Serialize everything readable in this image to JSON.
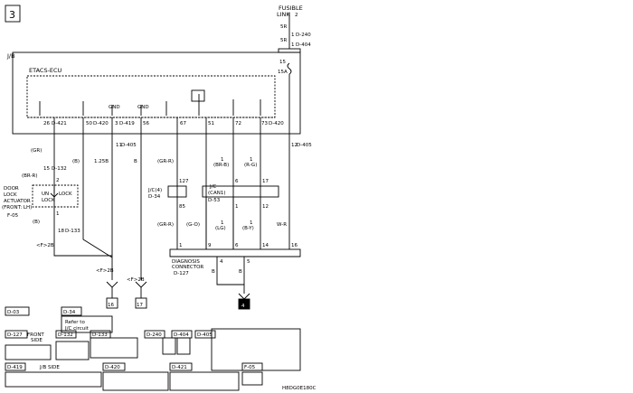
{
  "diagram": {
    "page_number": "3",
    "jb_label": "J/B",
    "ecu_label": "ETACS-ECU",
    "fusible_link": {
      "title_line1": "FUSIBLE",
      "title_line2": "LINK",
      "circle_num": "2",
      "top_wire": "5R",
      "mid_wire": "5R",
      "pin1": "1",
      "conn1": "D-240",
      "pin2": "1",
      "conn2": "D-404",
      "fuse_num": "15",
      "fuse_rating": "15A"
    },
    "ecu_pins": {
      "p26": "26",
      "c26": "D-421",
      "p50": "50",
      "c50": "D-420",
      "p3": "3",
      "c3": "D-419",
      "p56": "56",
      "p67": "67",
      "p51": "51",
      "p72": "72",
      "p73": "73",
      "c73": "D-420",
      "gnd_a": "GND",
      "gnd_b": "GND",
      "p11": "11",
      "c11": "D-405",
      "p12": "12",
      "c12": "D-405"
    },
    "wires": {
      "gr1": "(GR)",
      "br_r": "(BR-R)",
      "b_paren": "(B)",
      "b_paren2": "(B)",
      "w125b": "1.25B",
      "b1": "B",
      "gr_r1": "(GR-R)",
      "gr_r2": "(GR-R)",
      "g_o": "(G-O)",
      "c1": "1",
      "c2": "1",
      "c3": "1",
      "c4": "1",
      "br_b": "(BR-B)",
      "r_g": "(R-G)",
      "lg": "(LG)",
      "b_y": "(B-Y)",
      "w_r": "W-R",
      "b2": "B",
      "b3": "B"
    },
    "door_lock": {
      "pin15": "15",
      "conn15": "D-132",
      "pin2": "2",
      "label1": "DOOR",
      "label2": "LOCK",
      "label3": "ACTUATOR",
      "label4": "(FRONT: LH)",
      "conn_id": "F-05",
      "unlock": "UN",
      "unlock2": "LOCK",
      "lock": "LOCK",
      "pin1": "1",
      "pin18": "18",
      "conn18": "D-133"
    },
    "jc1": {
      "label": "J/C(4)",
      "conn": "D-34",
      "p127": "127",
      "p85": "85"
    },
    "jc2": {
      "label1": "J/C",
      "label2": "(CAN1)",
      "conn": "D-53",
      "p6": "6",
      "p17": "17",
      "p1": "1",
      "p12": "12"
    },
    "diag": {
      "label1": "DIAGNOSIS",
      "label2": "CONNECTOR",
      "conn": "D-127",
      "p1": "1",
      "p9": "9",
      "p6": "6",
      "p14": "14",
      "p16": "16",
      "p4": "4",
      "p5": "5"
    },
    "ground_refs": {
      "f2b_a": "<F>2B",
      "f2b_b": "<F>2B",
      "f2b_c": "<F>2B",
      "g16": "16",
      "g17": "17",
      "g4": "4"
    },
    "legend": {
      "d03": "D-03",
      "d34": "D-34",
      "refer1": "Refer to",
      "refer2": "J/C circuit",
      "d127": "D-127",
      "d132": "D-132",
      "d133": "D-133",
      "d240": "D-240",
      "d404": "D-404",
      "d405": "D-405",
      "d419": "D-419",
      "d420": "D-420",
      "d421": "D-421",
      "f05": "F-05",
      "front": "FRONT",
      "side": "SIDE",
      "jb_side": "J/B SIDE",
      "code": "H8DG0E180C"
    }
  }
}
